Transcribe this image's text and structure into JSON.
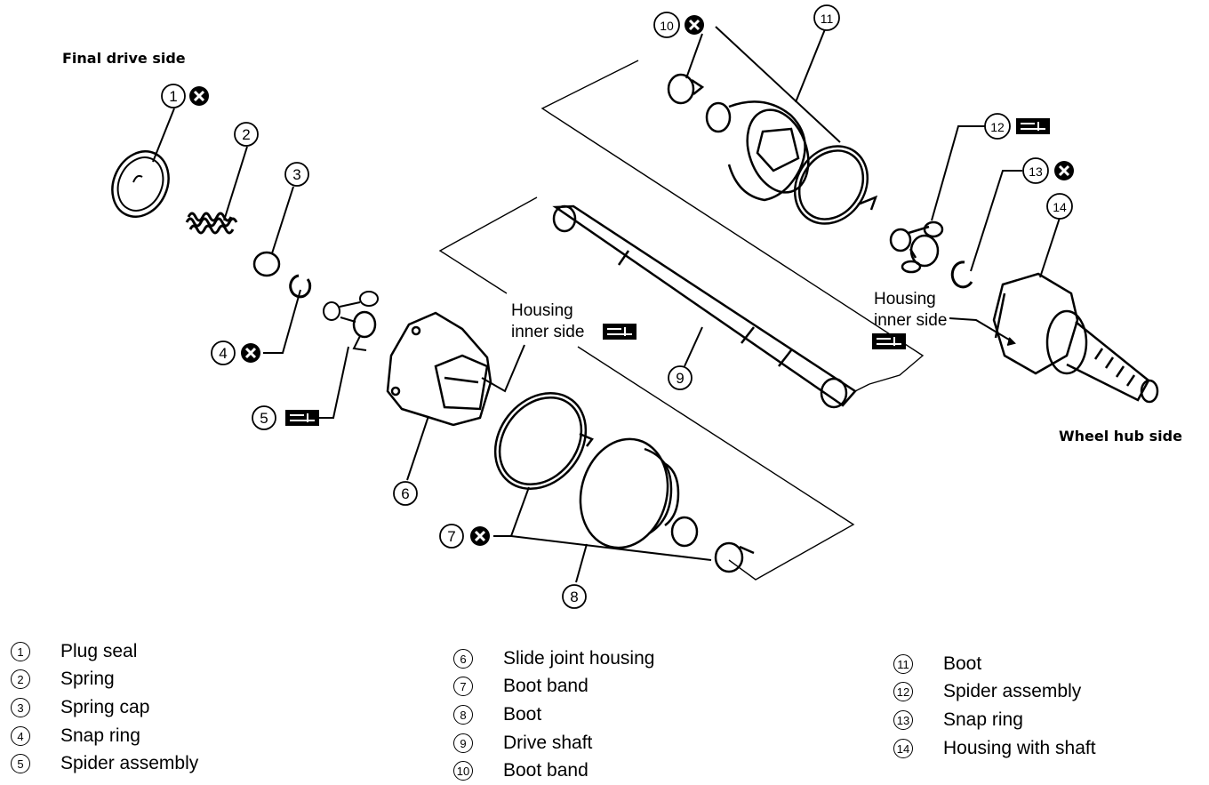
{
  "labels": {
    "final_drive_side": "Final drive side",
    "wheel_hub_side": "Wheel hub side",
    "housing_inner_side_1": [
      "Housing",
      "inner side"
    ],
    "housing_inner_side_2": [
      "Housing",
      "inner side"
    ]
  },
  "callouts": [
    "1",
    "2",
    "3",
    "4",
    "5",
    "6",
    "7",
    "8",
    "9",
    "10",
    "11",
    "12",
    "13",
    "14"
  ],
  "icons": {
    "replace": "x-circle-icon",
    "grease": "grease-apply-icon"
  },
  "legend": [
    [
      {
        "num": "1",
        "name": "Plug seal"
      },
      {
        "num": "2",
        "name": "Spring"
      },
      {
        "num": "3",
        "name": "Spring cap"
      },
      {
        "num": "4",
        "name": "Snap ring"
      },
      {
        "num": "5",
        "name": "Spider assembly"
      }
    ],
    [
      {
        "num": "6",
        "name": "Slide joint housing"
      },
      {
        "num": "7",
        "name": "Boot band"
      },
      {
        "num": "8",
        "name": "Boot"
      },
      {
        "num": "9",
        "name": "Drive shaft"
      },
      {
        "num": "10",
        "name": "Boot band"
      }
    ],
    [
      {
        "num": "11",
        "name": "Boot"
      },
      {
        "num": "12",
        "name": "Spider assembly"
      },
      {
        "num": "13",
        "name": "Snap ring"
      },
      {
        "num": "14",
        "name": "Housing with shaft"
      }
    ]
  ]
}
